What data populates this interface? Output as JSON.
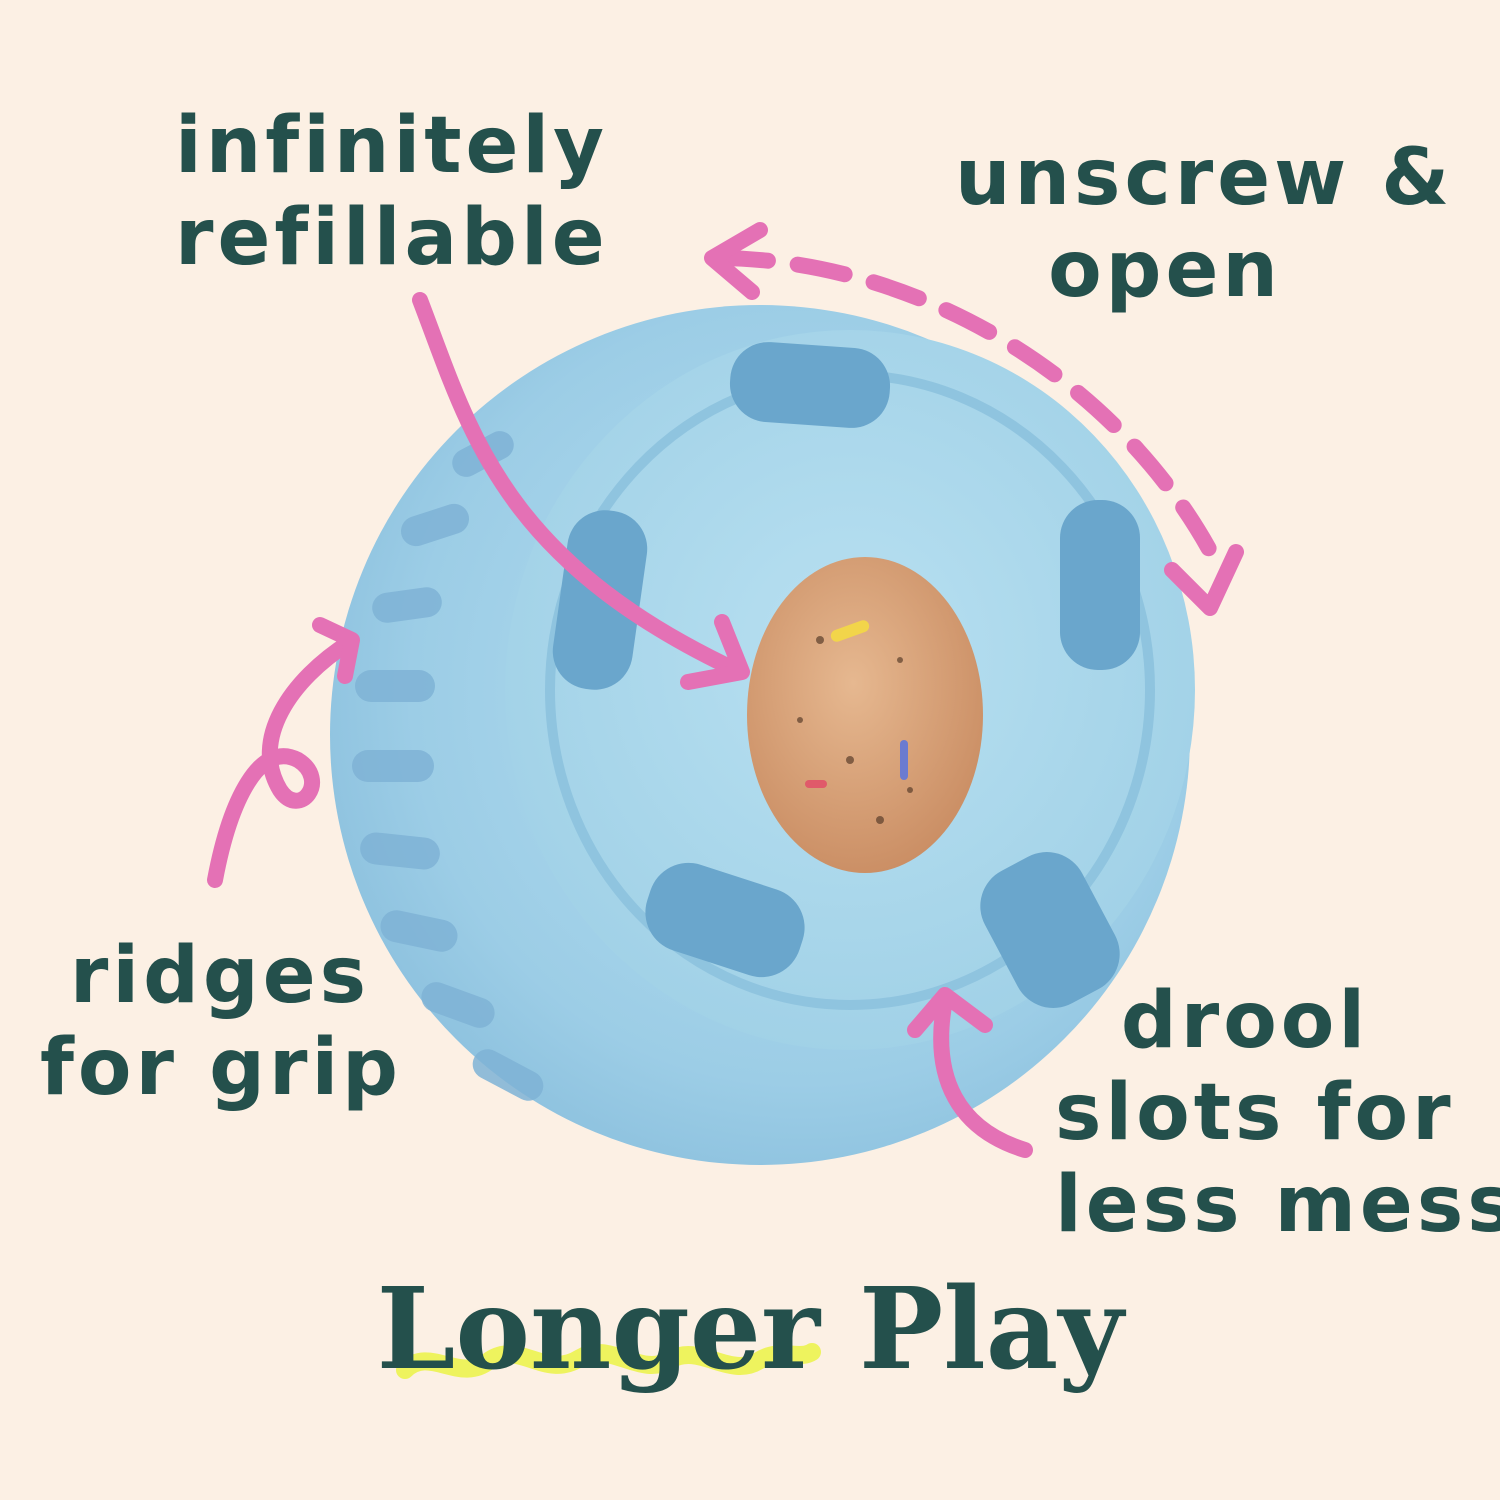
{
  "title": "Longer Play",
  "callouts": {
    "refill": [
      "infinitely",
      "refillable"
    ],
    "unscrew": [
      "unscrew &",
      "open"
    ],
    "ridges": [
      "ridges",
      "for grip"
    ],
    "drool": [
      "drool",
      "slots for",
      "less mess"
    ]
  },
  "colors": {
    "background": "#fcf0e4",
    "text": "#24504c",
    "arrow": "#e471b5",
    "toy": "#a8d5e8",
    "squiggle": "#eef35e"
  }
}
